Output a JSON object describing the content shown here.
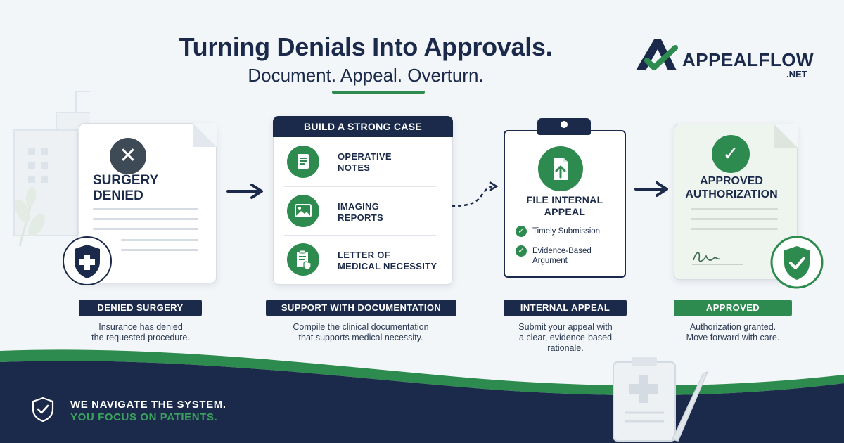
{
  "header": {
    "title": "Turning Denials Into Approvals.",
    "subtitle": "Document. Appeal. Overturn."
  },
  "logo": {
    "word_part1": "APPEAL",
    "word_part2": "FLOW",
    "tld": ".NET"
  },
  "stages": [
    {
      "card_title": "SURGERY\nDENIED",
      "label": "DENIED SURGERY",
      "description": [
        "Insurance has denied",
        "the requested procedure."
      ],
      "icon": "x-circle-icon"
    },
    {
      "card_header": "BUILD A STRONG CASE",
      "items": [
        {
          "label_line1": "OPERATIVE",
          "label_line2": "NOTES",
          "icon": "document-icon"
        },
        {
          "label_line1": "IMAGING",
          "label_line2": "REPORTS",
          "icon": "image-icon"
        },
        {
          "label_line1": "LETTER OF",
          "label_line2": "MEDICAL NECESSITY",
          "icon": "clipboard-icon"
        }
      ],
      "label": "SUPPORT WITH DOCUMENTATION",
      "description": [
        "Compile the clinical documentation",
        "that supports medical necessity."
      ]
    },
    {
      "card_title_line1": "FILE INTERNAL",
      "card_title_line2": "APPEAL",
      "checks": [
        {
          "line1": "Timely Submission",
          "line2": ""
        },
        {
          "line1": "Evidence-Based",
          "line2": "Argument"
        }
      ],
      "label": "INTERNAL APPEAL",
      "description": [
        "Submit your appeal with",
        "a clear, evidence-based",
        "rationale."
      ],
      "icon": "file-upload-icon"
    },
    {
      "card_title_line1": "APPROVED",
      "card_title_line2": "AUTHORIZATION",
      "label": "APPROVED",
      "description": [
        "Authorization granted.",
        "Move forward with care."
      ],
      "icon": "check-circle-icon"
    }
  ],
  "footer": {
    "line1": "WE NAVIGATE THE SYSTEM.",
    "line2": "YOU FOCUS ON PATIENTS."
  },
  "colors": {
    "navy": "#1b2a4a",
    "green": "#2e8b4f",
    "background": "#f3f6f8"
  }
}
